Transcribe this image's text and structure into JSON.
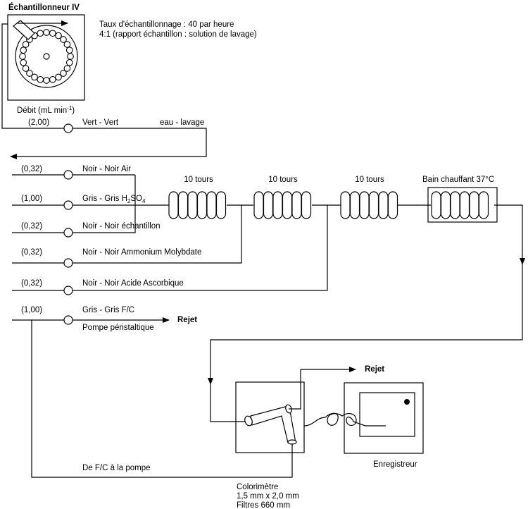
{
  "sampler": {
    "title": "Échantillonneur IV",
    "rate": "Taux d'échantillonnage : 40 par heure",
    "ratio": "4:1 (rapport échantillon : solution de lavage)"
  },
  "flow_header": {
    "prefix": "Débit (mL min",
    "sup": "-1",
    "suffix": ")"
  },
  "lines": [
    {
      "rate": "(2,00)",
      "label": "Vert - Vert",
      "extra": "eau - lavage"
    },
    {
      "rate": "(0,32)",
      "label": "Noir - Noir Air"
    },
    {
      "rate": "(1,00)",
      "label": "Gris - Gris H",
      "sub": "2",
      "label_end": "SO",
      "sub2": "4"
    },
    {
      "rate": "(0,32)",
      "label": "Noir - Noir échantillon"
    },
    {
      "rate": "(0,32)",
      "label": "Noir - Noir Ammonium Molybdate"
    },
    {
      "rate": "(0,32)",
      "label": "Noir - Noir Acide Ascorbique"
    },
    {
      "rate": "(1,00)",
      "label": "Gris - Gris F/C"
    }
  ],
  "pump": "Pompe péristaltique",
  "coils": [
    "10 tours",
    "10 tours",
    "10 tours"
  ],
  "bath": "Bain chauffant  37°C",
  "waste_1": "Rejet",
  "waste_2": "Rejet",
  "return_line": "De F/C à la pompe",
  "colorimeter": {
    "name": "Colorimètre",
    "cell": "1,5 mm x 2,0 mm",
    "filter": "Filtres 660 mm"
  },
  "recorder": "Enregistreur"
}
